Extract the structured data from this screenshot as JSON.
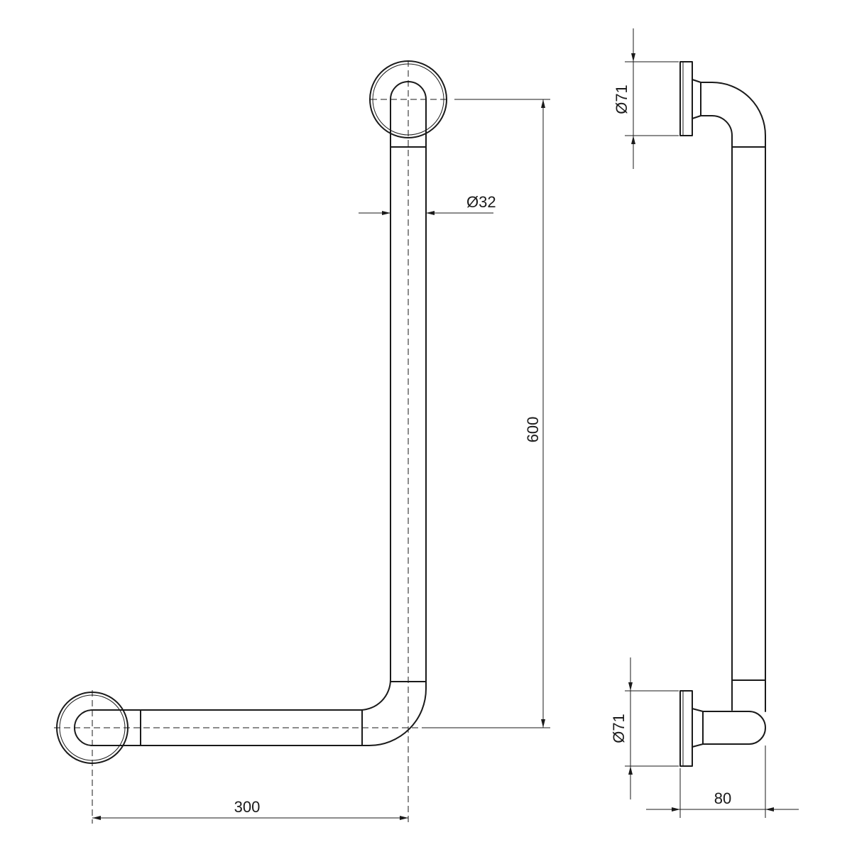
{
  "labels": {
    "tube_diameter": "Ø32",
    "height": "600",
    "width": "300",
    "upper_flange_diameter": "Ø71",
    "lower_flange_diameter": "Ø71",
    "projection": "80"
  }
}
